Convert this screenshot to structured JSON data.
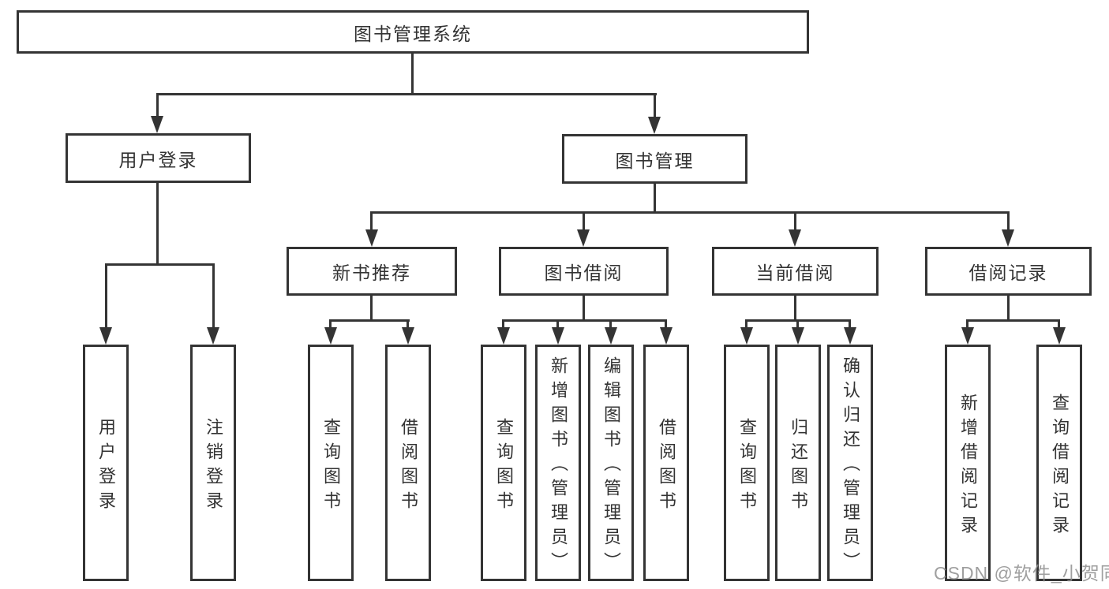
{
  "diagram": {
    "type": "hierarchy-tree",
    "colors": {
      "line": "#343434",
      "border": "#343434",
      "text": "#333333",
      "background": "#ffffff",
      "watermark": "#8f8f8f"
    },
    "nodes": {
      "root": "图书管理系统",
      "user_login": "用户登录",
      "book_mgmt": "图书管理",
      "new_book_rec": "新书推荐",
      "book_borrow": "图书借阅",
      "current_borrow": "当前借阅",
      "borrow_record": "借阅记录"
    },
    "leaves": {
      "user_login": [
        "用户登录",
        "注销登录"
      ],
      "new_book_rec": [
        "查询图书",
        "借阅图书"
      ],
      "book_borrow": [
        "查询图书",
        "新增图书（管理员）",
        "编辑图书（管理员）",
        "借阅图书"
      ],
      "current_borrow": [
        "查询图书",
        "归还图书",
        "确认归还（管理员）"
      ],
      "borrow_record": [
        "新增借阅记录",
        "查询借阅记录"
      ]
    },
    "watermark": "CSDN @软件_小贺同学"
  }
}
